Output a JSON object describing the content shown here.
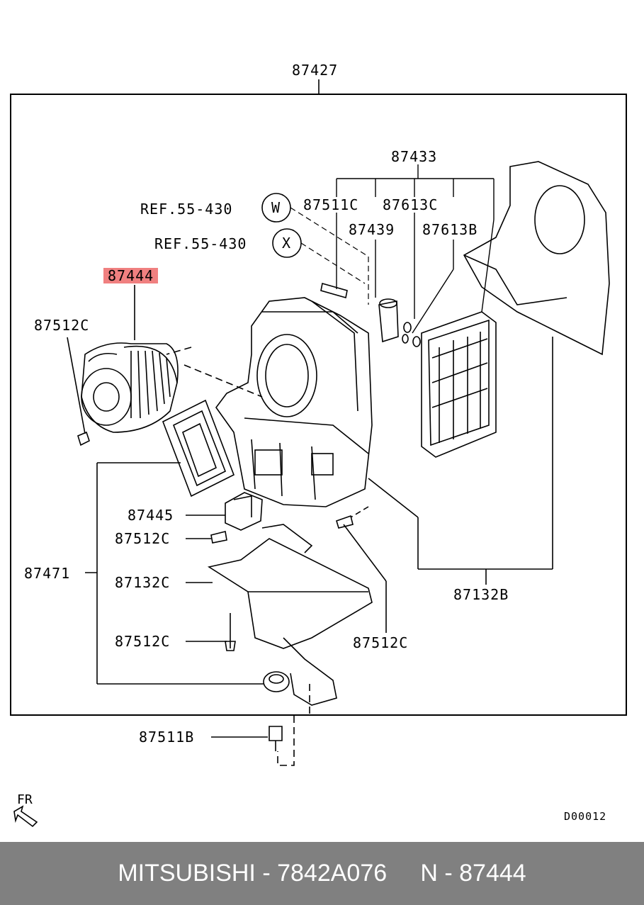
{
  "labels": {
    "assembly": "87427",
    "group_87433": "87433",
    "ref_w": "REF.55-430",
    "ref_w_circle": "W",
    "ref_x": "REF.55-430",
    "ref_x_circle": "X",
    "p87511c_top": "87511C",
    "p87613c": "87613C",
    "p87439": "87439",
    "p87613b": "87613B",
    "highlighted": "87444",
    "p87512c_blower": "87512C",
    "p87445": "87445",
    "p87512c_a": "87512C",
    "p87471": "87471",
    "p87132c": "87132C",
    "p87512c_b": "87512C",
    "p87512c_right": "87512C",
    "p87132b": "87132B",
    "p87511b": "87511B"
  },
  "direction": "FR",
  "diagram_code": "D00012",
  "footer": {
    "text": "MITSUBISHI - 7842A076     N - 87444"
  },
  "colors": {
    "highlight": "#f08080",
    "footer_bg": "#808080",
    "footer_text": "#ffffff"
  }
}
